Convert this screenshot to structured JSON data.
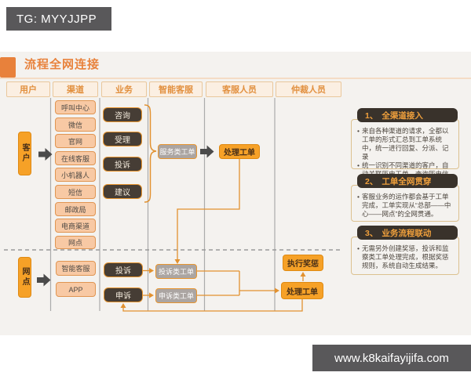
{
  "page": {
    "tg_badge": "TG: MYYJJPP",
    "title": "流程全网连接",
    "footer_url": "www.k8kaifayijifa.com"
  },
  "bullet": "•",
  "colors": {
    "accent_orange": "#e8852f",
    "box_orange": "#f6a127",
    "peach": "#f8c9a4",
    "dark_box": "#463d35",
    "gray_box": "#aba5a2",
    "badge_gray": "#59585a"
  },
  "lanes": [
    "用户",
    "渠道",
    "业务",
    "智能客服",
    "客服人员",
    "仲裁人员"
  ],
  "top_flow": {
    "user": "客户",
    "channels": [
      "呼叫中心",
      "微信",
      "官网",
      "在线客服",
      "小机器人",
      "短信",
      "邮政局",
      "电商渠道",
      "网点"
    ],
    "business": [
      "咨询",
      "受理",
      "投诉",
      "建议"
    ],
    "ticket": "服务类工单",
    "handle": "处理工单"
  },
  "bottom_flow": {
    "user": "网点",
    "channels": [
      "智能客服",
      "APP"
    ],
    "business": [
      "投诉",
      "申诉"
    ],
    "tickets": [
      "投诉类工单",
      "申诉类工单"
    ],
    "execute": "执行奖惩",
    "handle": "处理工单"
  },
  "notes": [
    {
      "no": "1、",
      "title": "全渠道接入",
      "bullets": [
        "来自各种渠道的请求，全都以工单的形式汇总到工单系统中，统一进行回复、分派、记录",
        "统一识别不同渠道的客户，自动关联历史工单，查询历史信息。"
      ]
    },
    {
      "no": "2、",
      "title": "工单全网贯穿",
      "bullets": [
        "客服业务的运作都会基于工单完成，工单实现从“总部——中心——网点”的全网贯通。"
      ]
    },
    {
      "no": "3、",
      "title": "业务流程联动",
      "bullets": [
        "无需另外创建奖惩，投诉和监察类工单处理完成，根据奖惩规则，系统自动生成结果。"
      ]
    }
  ]
}
